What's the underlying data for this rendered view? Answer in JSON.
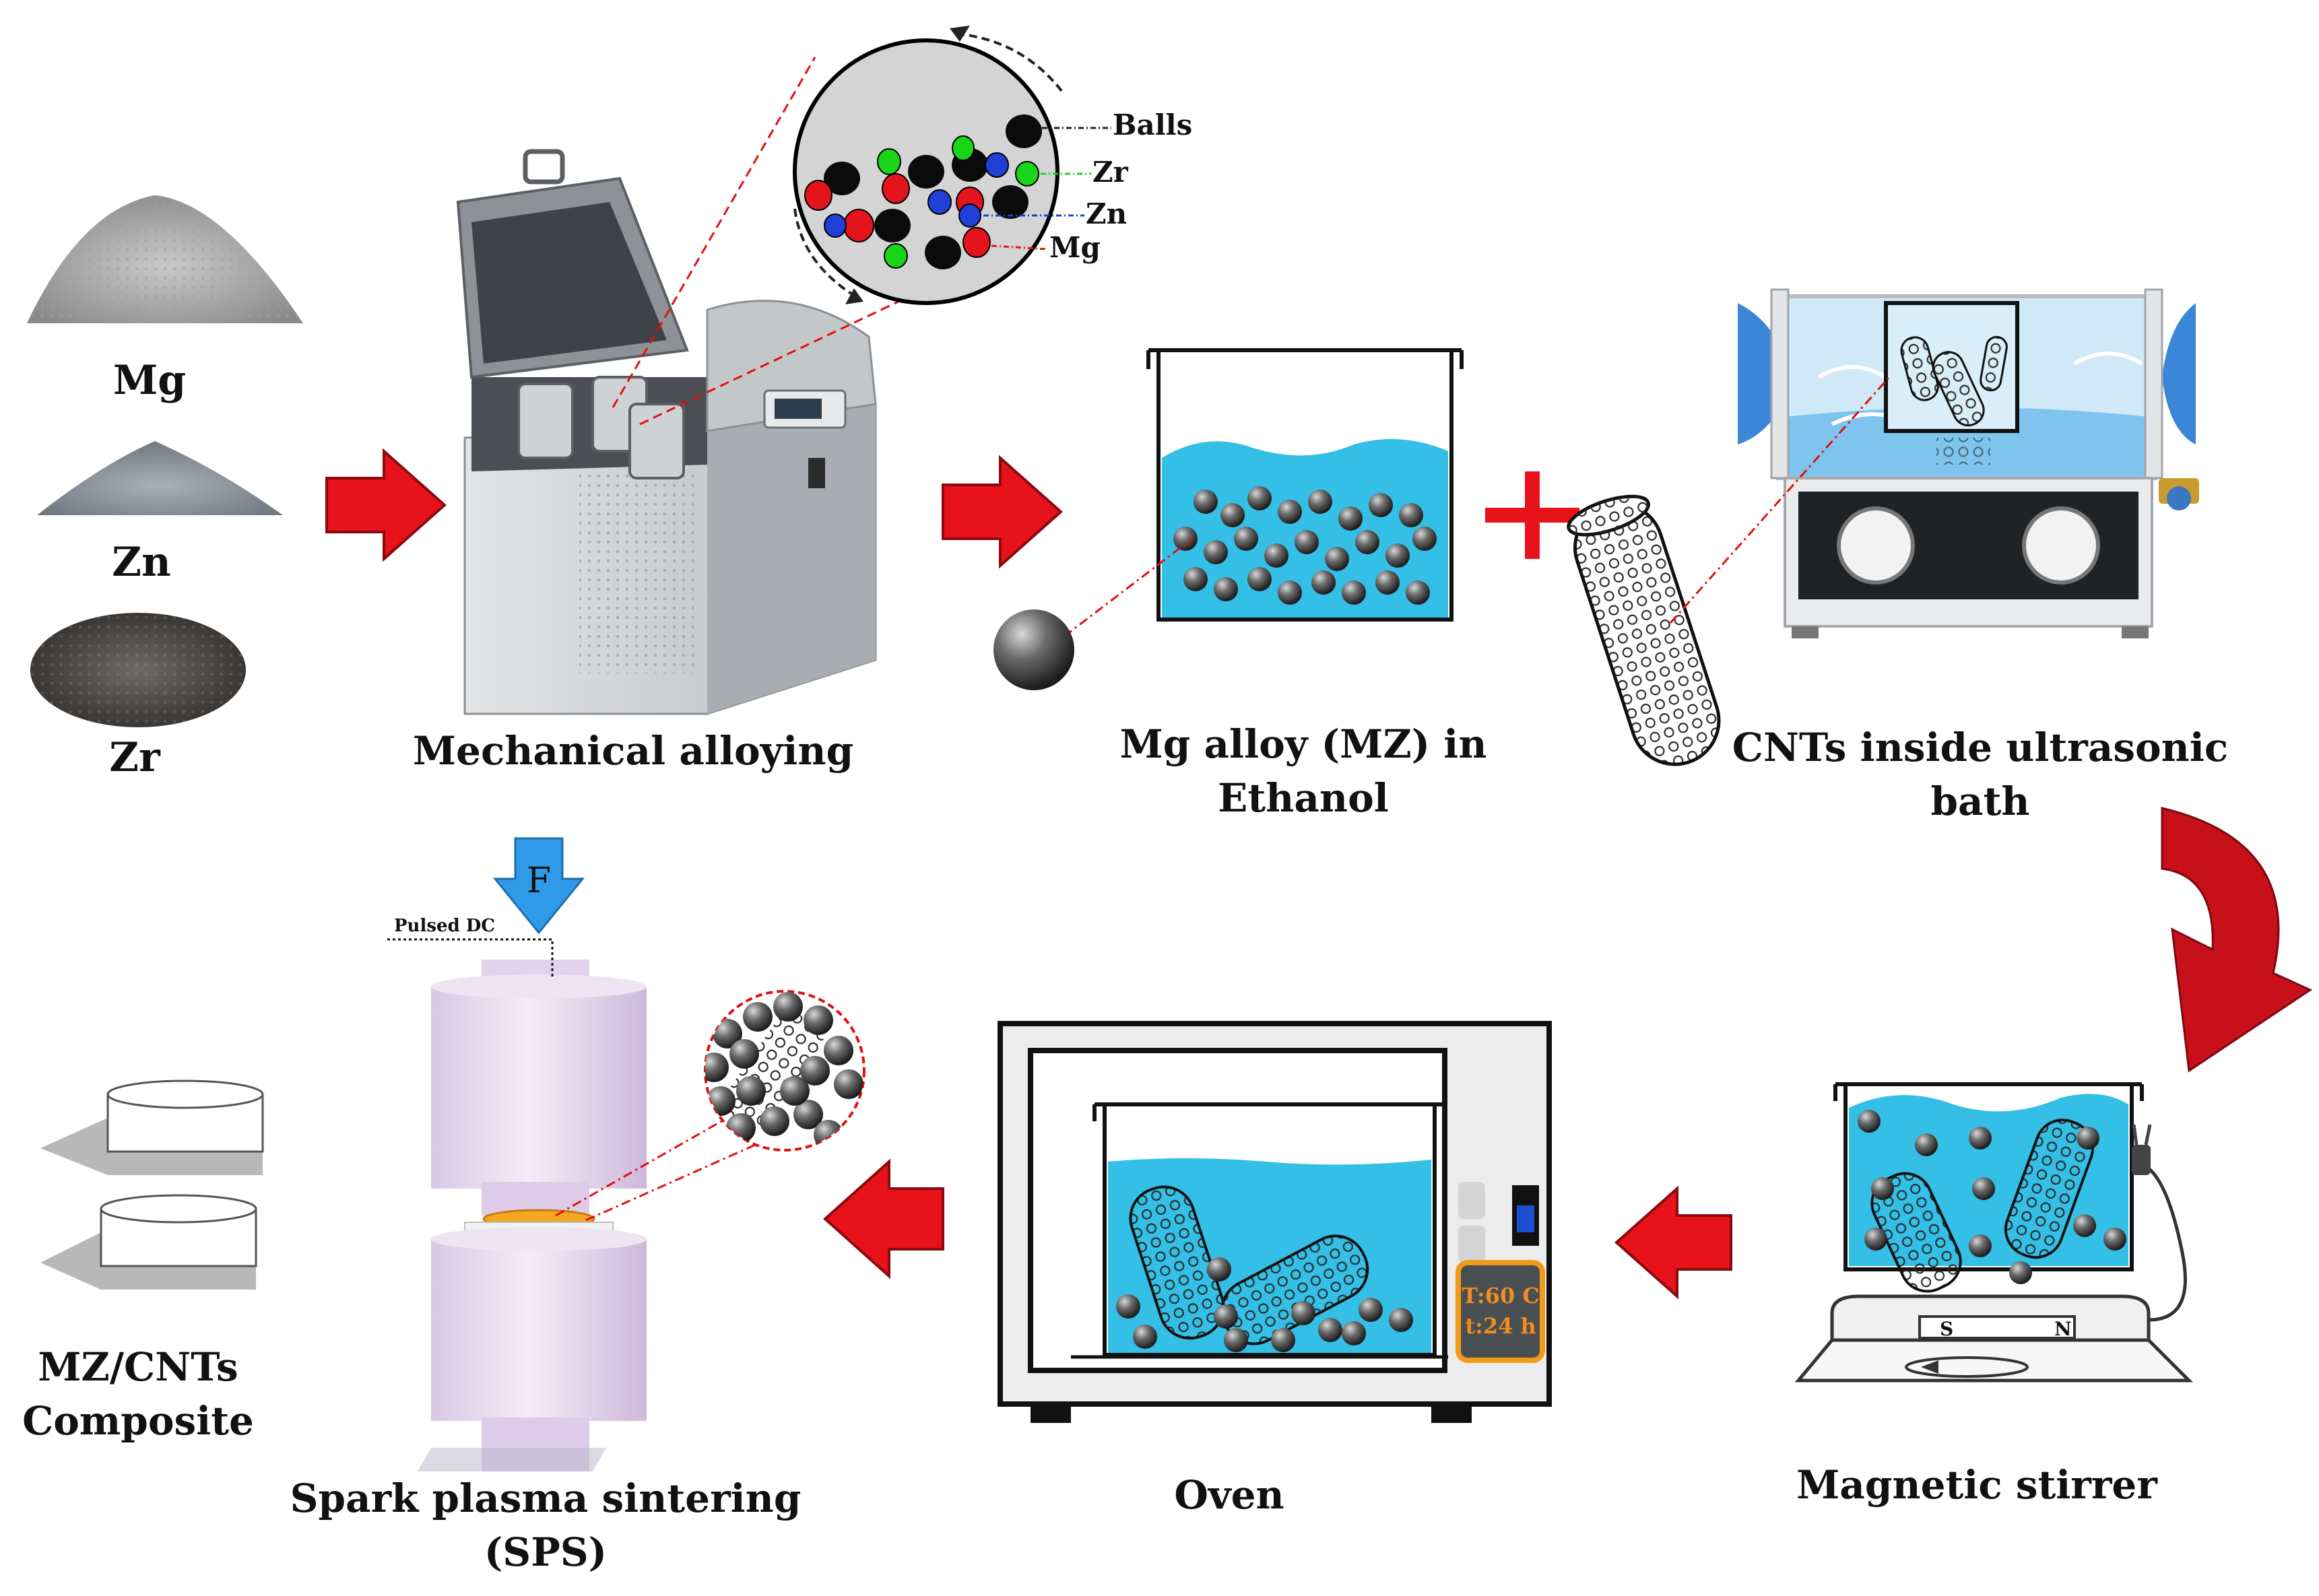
{
  "labels": {
    "mg": "Mg",
    "zn": "Zn",
    "zr": "Zr",
    "mechanical_alloying": "Mechanical alloying",
    "mg_alloy_line1": "Mg alloy (MZ) in",
    "mg_alloy_line2": "Ethanol",
    "cnts_bath_line1": "CNTs inside ultrasonic",
    "cnts_bath_line2": "bath",
    "magnetic_stirrer": "Magnetic stirrer",
    "oven": "Oven",
    "sps_line1": "Spark plasma sintering",
    "sps_line2": "(SPS)",
    "composite_line1": "MZ/CNTs",
    "composite_line2": "Composite"
  },
  "ball_mill_inset": {
    "balls": "Balls",
    "zr": "Zr",
    "zn": "Zn",
    "mg": "Mg"
  },
  "sps": {
    "force": "F",
    "pulsed_dc": "Pulsed DC"
  },
  "oven_display": {
    "temperature": "T:60 C",
    "time": "t:24 h"
  },
  "stirrer": {
    "south": "S",
    "north": "N"
  },
  "colors": {
    "flow_arrow": "#e8121b",
    "curved_arrow": "#c8101a",
    "liquid": "#33bfe6",
    "mg_particle": "#e3141c",
    "zn_particle": "#1f3fd6",
    "zr_particle": "#19d419",
    "ball": "#0b0b0b",
    "force_arrow": "#2f9ae8",
    "sps_cylinder": "#e9dbf0",
    "sample": "#f5a623"
  }
}
